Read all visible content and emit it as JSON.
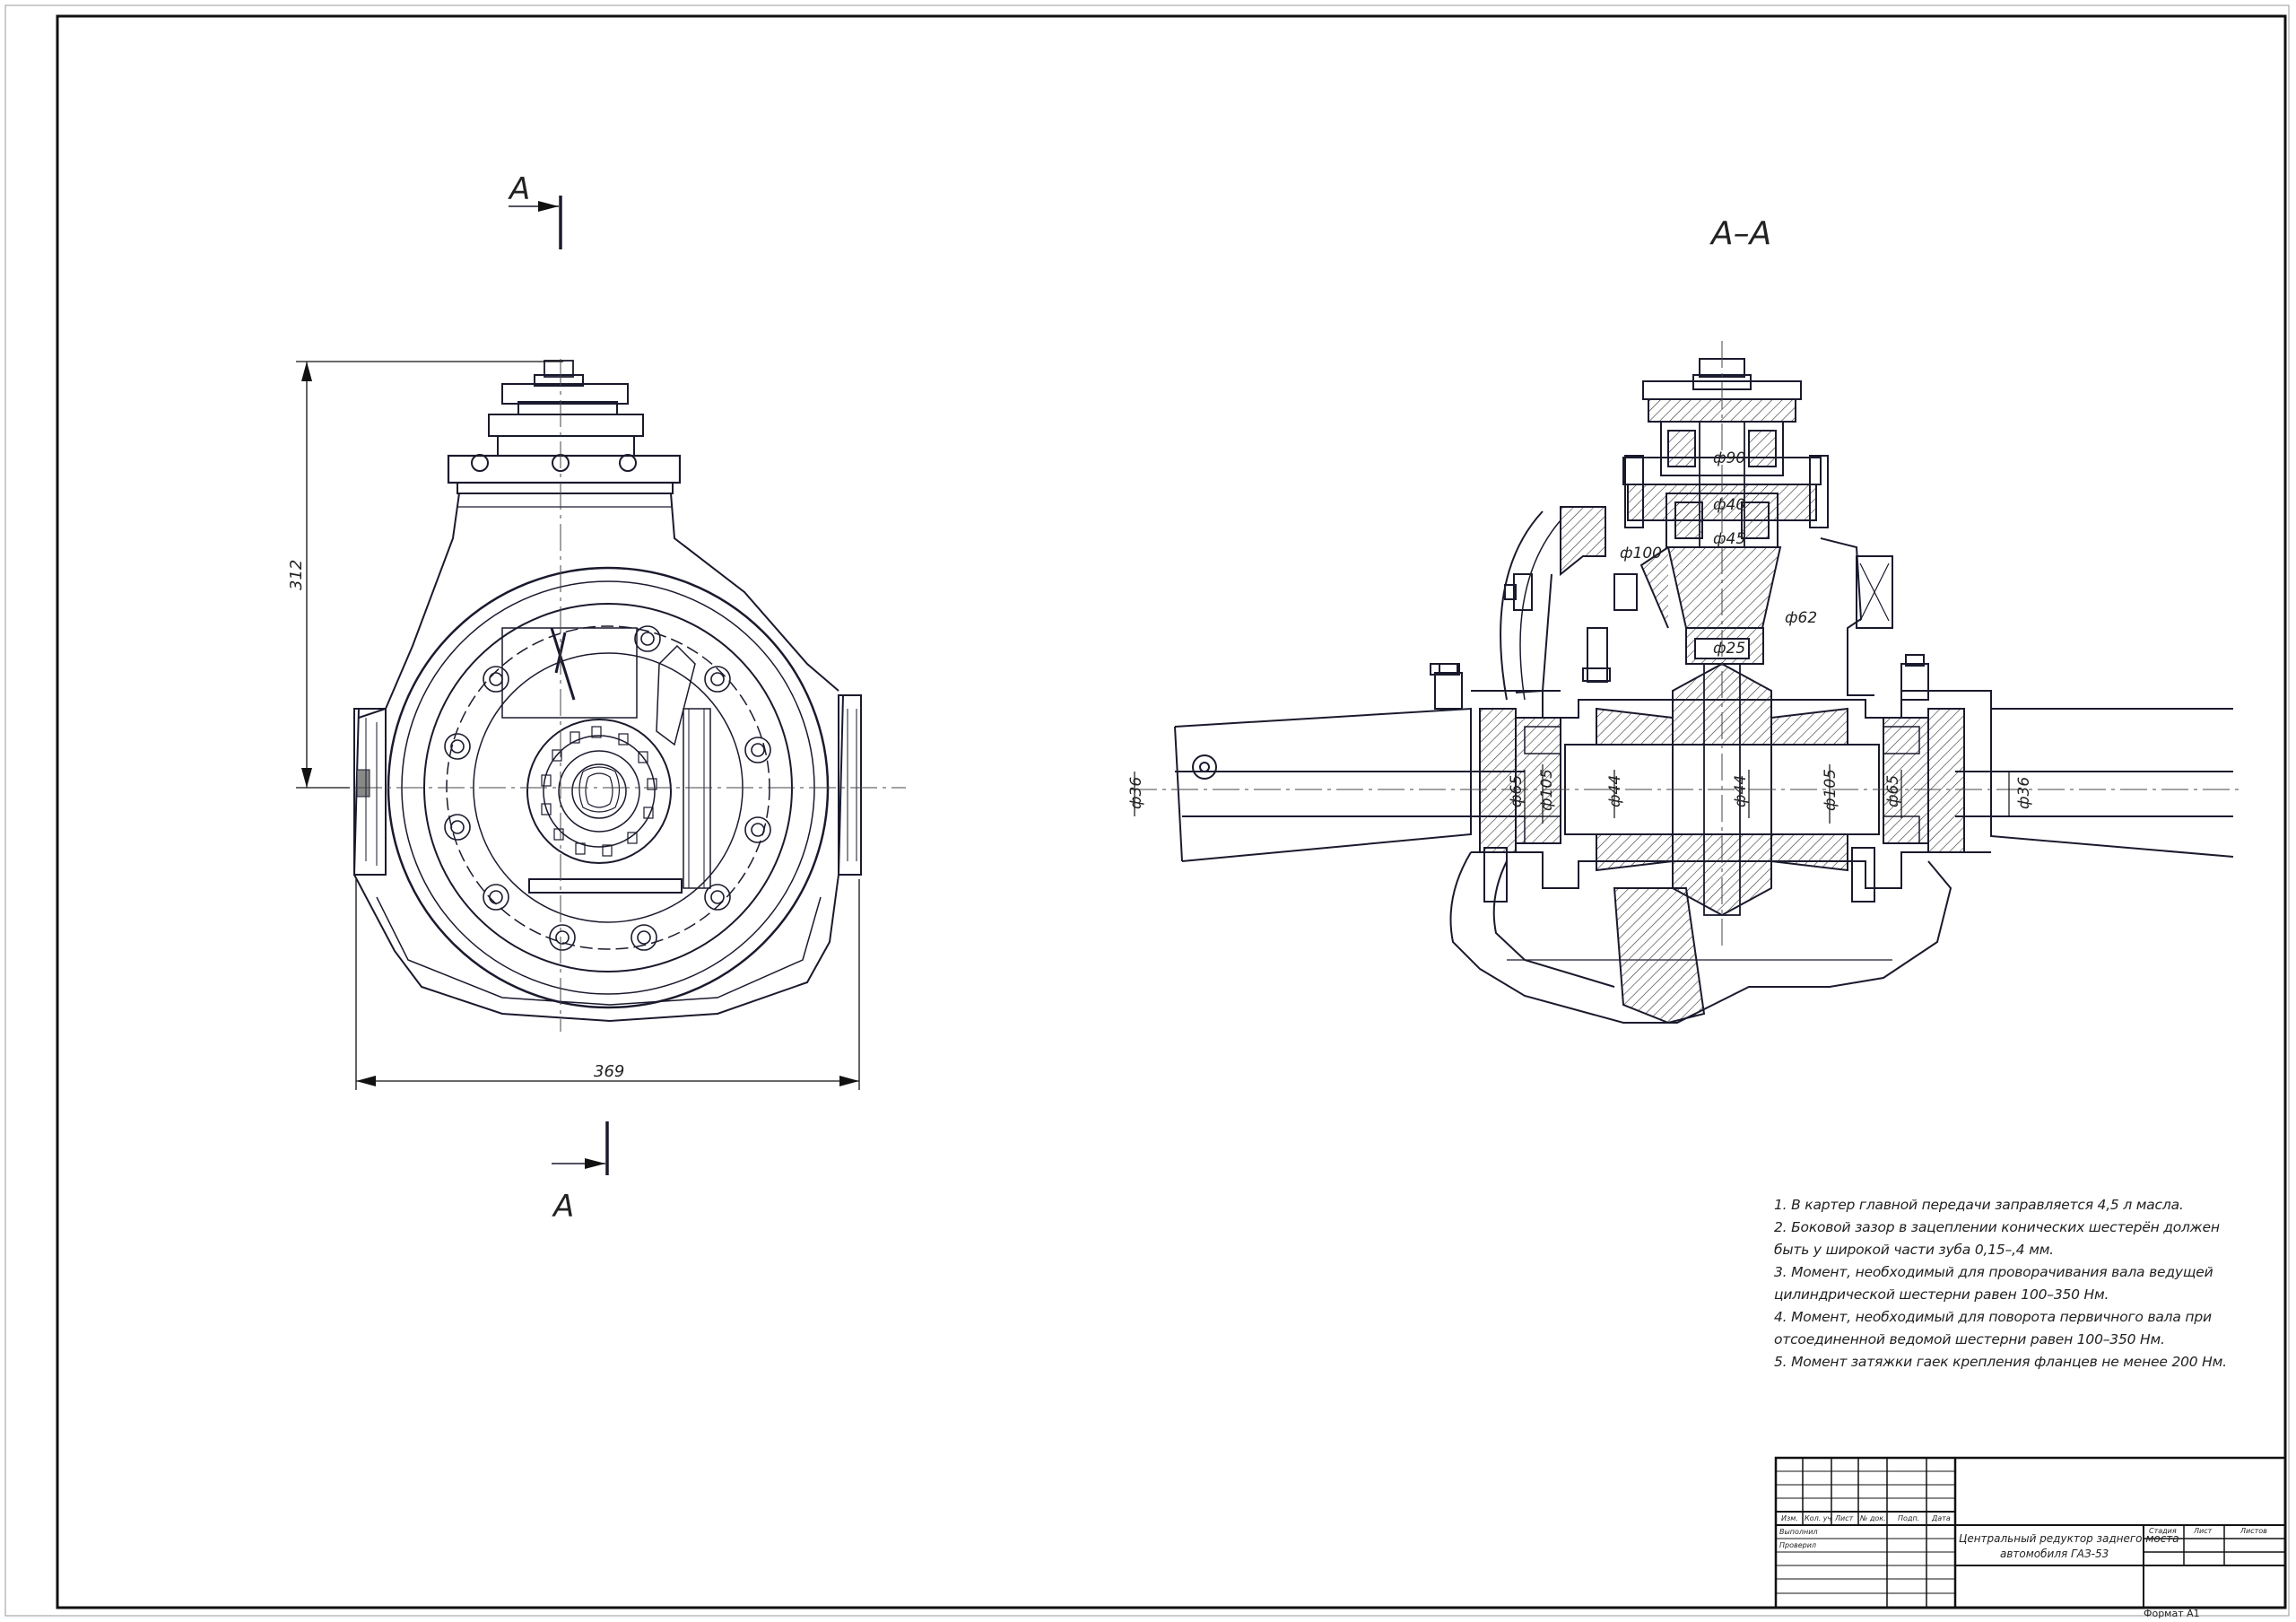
{
  "sheet": {
    "format_label": "Формат А1"
  },
  "section_marks": {
    "top_label": "А",
    "bottom_label": "А",
    "section_title": "А–А"
  },
  "front_view": {
    "dim_height": "312",
    "dim_width": "369"
  },
  "section_view": {
    "dims": [
      "ф90",
      "ф40",
      "ф100",
      "ф45",
      "ф62",
      "ф25",
      "ф36",
      "ф65",
      "ф105",
      "ф44",
      "ф44",
      "ф105",
      "ф65",
      "ф36"
    ]
  },
  "notes": [
    "1. В картер главной передачи заправляется 4,5 л масла.",
    "2. Боковой зазор в зацеплении конических шестерён должен",
    "быть у широкой части зуба 0,15–,4 мм.",
    "3. Момент, необходимый для проворачивания вала ведущей",
    "цилиндрической шестерни равен 100–350 Нм.",
    "4. Момент, необходимый для поворота первичного вала при",
    "отсоединенной ведомой шестерни равен 100–350 Нм.",
    "5. Момент затяжки гаек крепления фланцев не менее 200 Нм."
  ],
  "title_block": {
    "col_headers": [
      "Изм.",
      "Кол. уч",
      "Лист",
      "№ док.",
      "Подп.",
      "Дата"
    ],
    "row_developed": "Выполнил",
    "row_checked": "Проверил",
    "title_line1": "Центральный редуктор заднего моста",
    "title_line2": "автомобиля ГАЗ-53",
    "stage_label": "Стадия",
    "sheet_label": "Лист",
    "sheets_label": "Листов"
  }
}
